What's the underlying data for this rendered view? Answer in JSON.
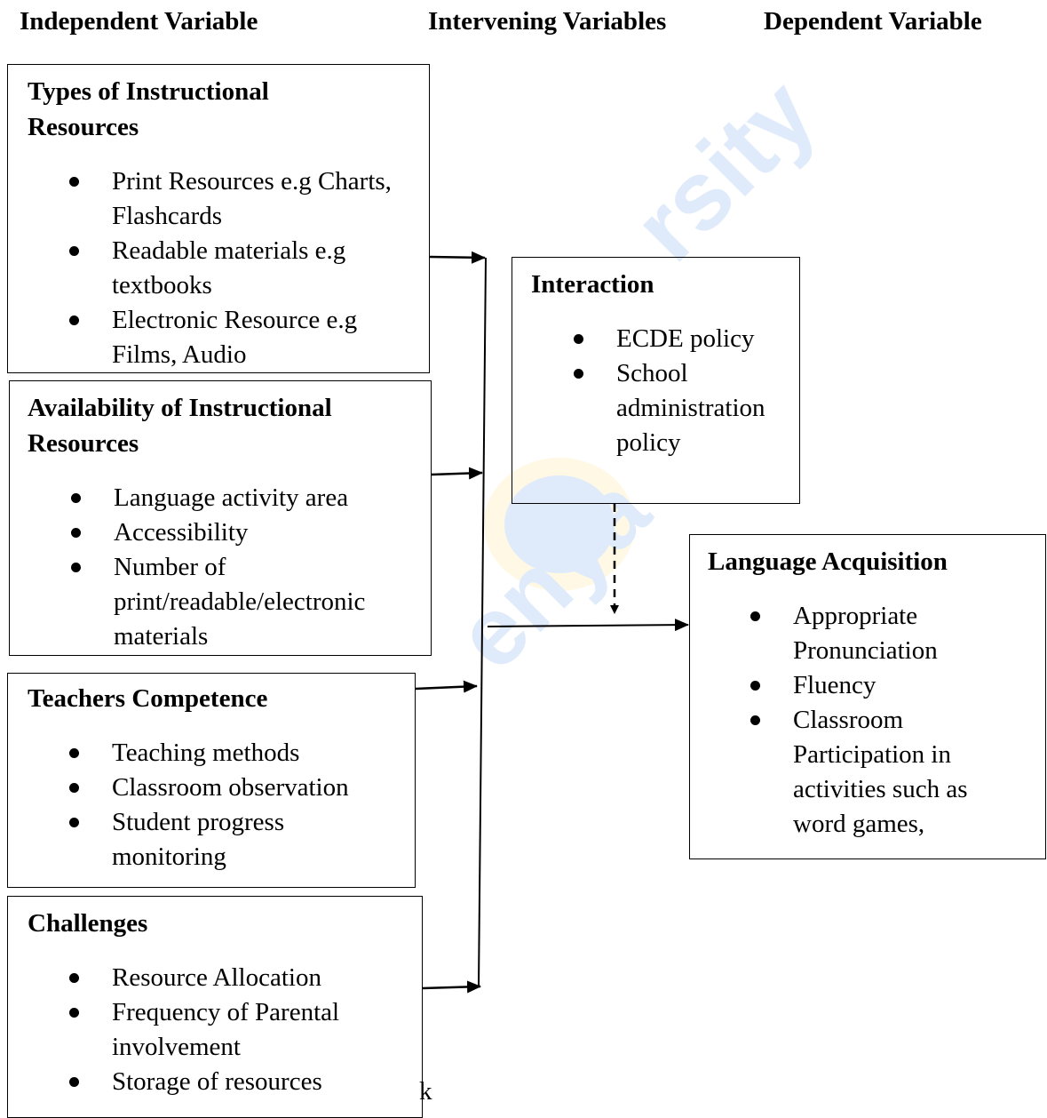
{
  "headers": {
    "independent": "Independent Variable",
    "intervening": "Intervening Variables",
    "dependent": "Dependent Variable"
  },
  "boxes": {
    "types": {
      "title": "Types of Instructional Resources",
      "items": [
        "Print Resources e.g Charts, Flashcards",
        "Readable materials e.g textbooks",
        "Electronic Resource e.g Films, Audio"
      ]
    },
    "availability": {
      "title": "Availability of Instructional Resources",
      "items": [
        "Language activity area",
        "Accessibility",
        "Number of print/readable/electronic materials"
      ]
    },
    "competence": {
      "title": "Teachers Competence",
      "items": [
        "Teaching methods",
        "Classroom observation",
        "Student progress monitoring"
      ]
    },
    "challenges": {
      "title": "Challenges",
      "items": [
        "Resource Allocation",
        "Frequency of Parental involvement",
        "Storage of resources"
      ]
    },
    "interaction": {
      "title": "Interaction",
      "items": [
        "ECDE policy",
        "School administration policy"
      ]
    },
    "acquisition": {
      "title": "Language Acquisition",
      "items": [
        "Appropriate Pronunciation",
        "Fluency",
        "Classroom Participation in activities such as word games,"
      ]
    }
  },
  "stray_mark": "k",
  "colors": {
    "line": "#000000",
    "watermark_blue": "#4a90e2",
    "watermark_yellow": "#f5d76e"
  }
}
